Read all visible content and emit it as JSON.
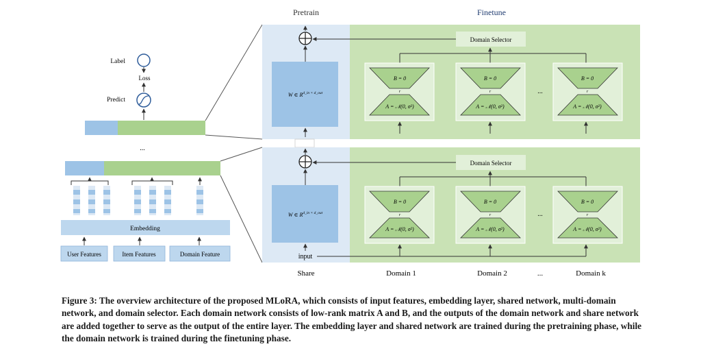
{
  "phases": {
    "pretrain": "Pretrain",
    "finetune": "Finetune"
  },
  "left": {
    "label": "Label",
    "loss": "Loss",
    "predict": "Predict",
    "ellipsis": "...",
    "embedding": "Embedding",
    "inputs": [
      "User Features",
      "Item Features",
      "Domain Feature"
    ]
  },
  "layer": {
    "domain_selector": "Domain Selector",
    "weight": "W ∈ R",
    "weight_sup": "d_in × d_out",
    "b_label": "B = 0",
    "r_label": "r",
    "a_label": "A = 𝒩(0, σ²)",
    "dots": "...",
    "input": "input"
  },
  "bottom_labels": [
    "Share",
    "Domain 1",
    "Domain 2",
    "...",
    "Domain k"
  ],
  "caption": "Figure 3: The overview architecture of the proposed MLoRA, which consists of input features, embedding layer, shared network, multi-domain network, and domain selector. Each domain network consists of low-rank matrix A and B, and the outputs of the domain network and share network are added together to serve as the output of the entire layer. The embedding layer and shared network are trained during the pretraining phase, while the domain network is trained during the finetuning phase.",
  "colors": {
    "share_bg": "#dde9f5",
    "finetune_bg": "#c9e2b5",
    "weight_box": "#9dc3e6",
    "domain_box": "#e2f0d9",
    "lora": "#a9d18e",
    "embed": "#bdd7ee",
    "bar_blue": "#9dc3e6",
    "bar_green": "#a9d18e",
    "finetune_text": "#1f3b70"
  }
}
